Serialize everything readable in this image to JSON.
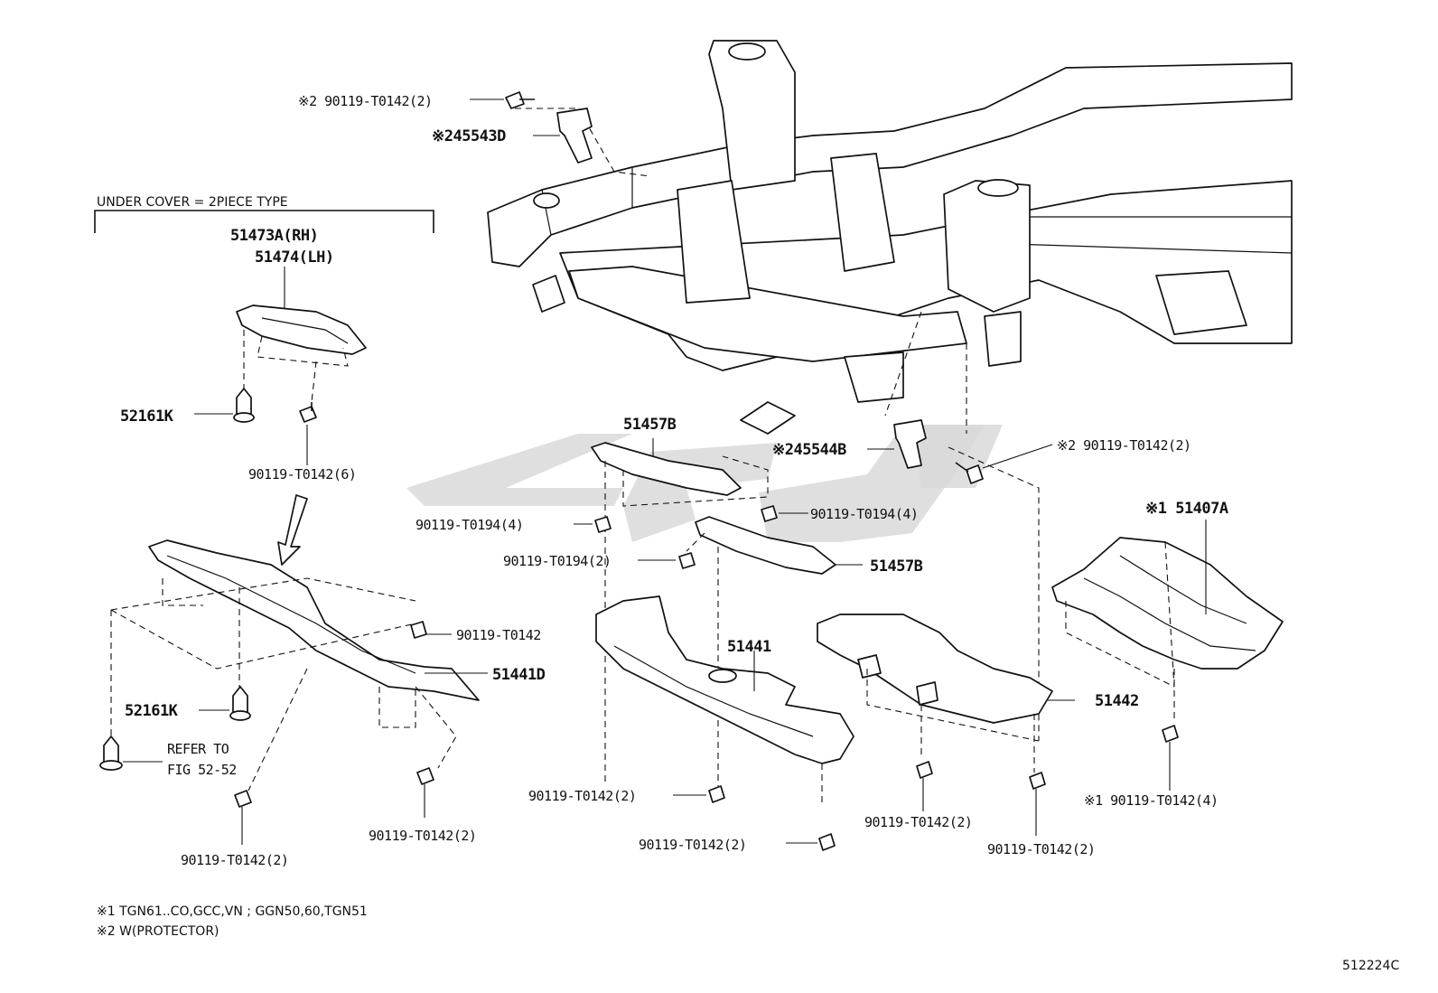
{
  "header": {
    "group_title": "UNDER COVER = 2PIECE TYPE"
  },
  "labels": {
    "p_45543D": "※245543D",
    "b_top": "※2 90119-T0142(2)",
    "p_51473A": "51473A(RH)",
    "p_51474": "51474(LH)",
    "p_52161K_a": "52161K",
    "b_t0142_6": "90119-T0142(6)",
    "p_51457B_a": "51457B",
    "p_45544B": "※245544B",
    "b_mid_right": "※2 90119-T0142(2)",
    "b_t0194_4_left": "90119-T0194(4)",
    "b_t0194_4_right": "90119-T0194(4)",
    "b_t0194_2": "90119-T0194(2)",
    "p_51457B_b": "51457B",
    "p_51407A": "※1 51407A",
    "b_t0142": "90119-T0142",
    "p_51441D": "51441D",
    "p_51441": "51441",
    "p_51442": "51442",
    "p_52161K_b": "52161K",
    "refer_1": "REFER TO",
    "refer_2": "FIG 52-52",
    "b_l_2": "90119-T0142(2)",
    "b_l2_2": "90119-T0142(2)",
    "b_c_2": "90119-T0142(2)",
    "b_c2_2": "90119-T0142(2)",
    "b_r1_2": "90119-T0142(2)",
    "b_r2_2": "90119-T0142(2)",
    "b_r3_4": "※1 90119-T0142(4)"
  },
  "footnotes": {
    "n1": "※1 TGN61..CO,GCC,VN ; GGN50,60,TGN51",
    "n2": "※2 W(PROTECTOR)"
  },
  "figure_code": "512224C",
  "icons": {
    "bolt": "bolt-icon",
    "clip": "push-clip-icon",
    "watermark": "watermark-logo"
  }
}
